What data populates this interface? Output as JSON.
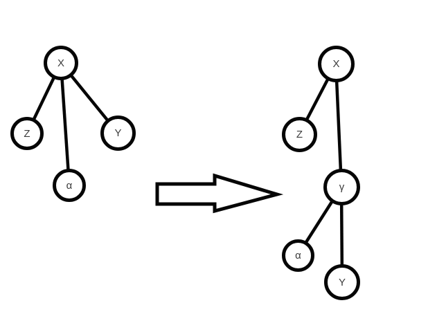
{
  "diagram": {
    "type": "tree-transformation",
    "description": "A tree with root X and children Z, α, Y is transformed into a tree where X has children Z and γ, and γ has children α and Y",
    "left_tree": {
      "root": "X",
      "nodes": {
        "x": {
          "label": "X"
        },
        "z": {
          "label": "Z"
        },
        "alpha": {
          "label": "α"
        },
        "y": {
          "label": "Y"
        }
      },
      "edges": [
        [
          "X",
          "Z"
        ],
        [
          "X",
          "α"
        ],
        [
          "X",
          "Y"
        ]
      ]
    },
    "right_tree": {
      "root": "X",
      "nodes": {
        "x": {
          "label": "X"
        },
        "z": {
          "label": "Z"
        },
        "gamma": {
          "label": "γ"
        },
        "alpha": {
          "label": "α"
        },
        "y": {
          "label": "Y"
        }
      },
      "edges": [
        [
          "X",
          "Z"
        ],
        [
          "X",
          "γ"
        ],
        [
          "γ",
          "α"
        ],
        [
          "γ",
          "Y"
        ]
      ]
    },
    "arrow": {
      "meaning": "transforms-into",
      "direction": "right"
    }
  },
  "colors": {
    "stroke": "#060606",
    "label_text": "#3c3c3c",
    "background": "#ffffff"
  }
}
